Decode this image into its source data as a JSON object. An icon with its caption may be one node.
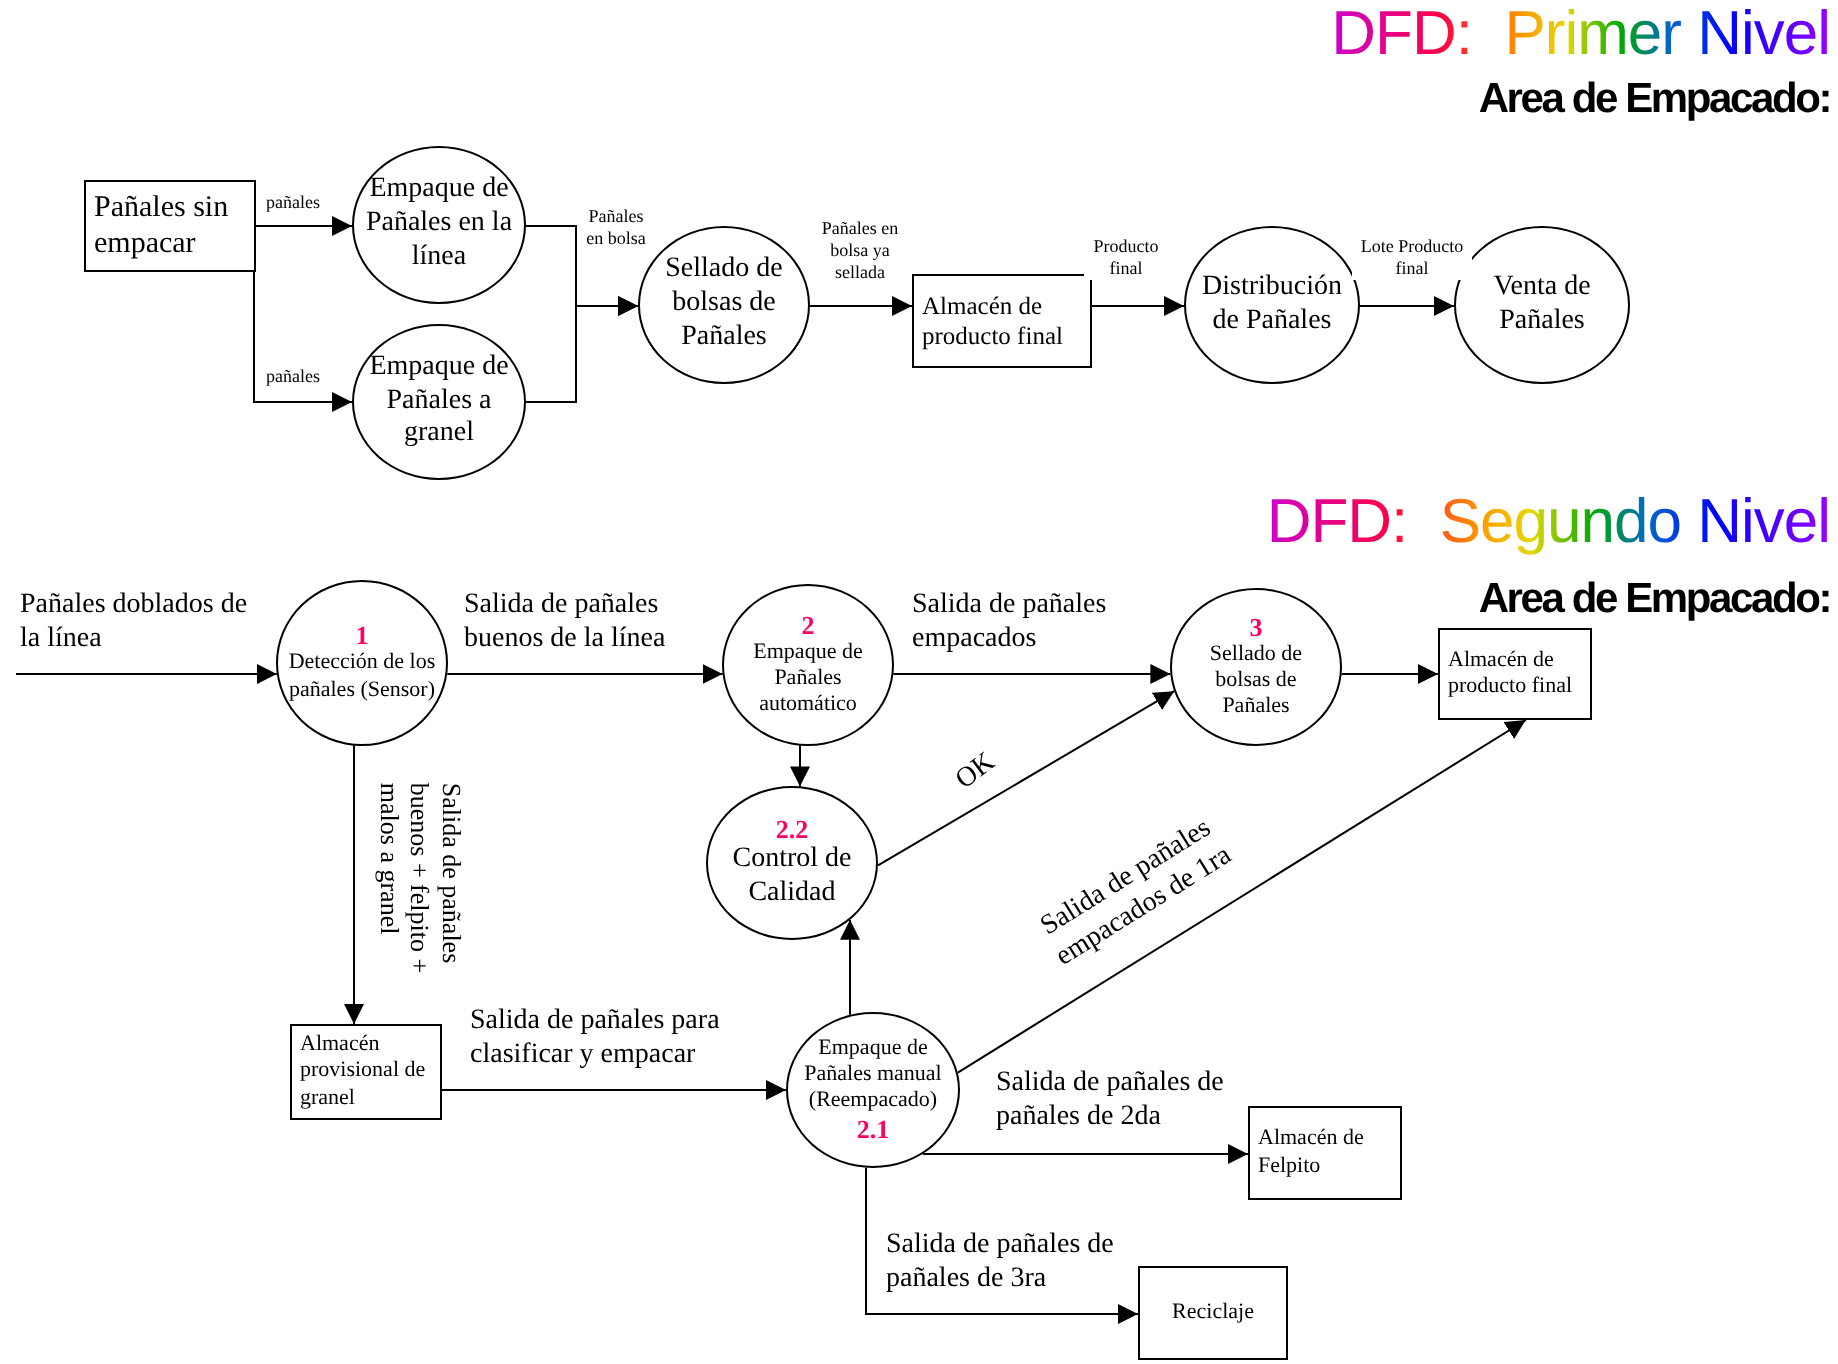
{
  "diagram": {
    "title": "DFD:  Primer Nivel",
    "nodes": [
      {
        "text": [
          "Pañales sin empacar"
        ]
      },
      {
        "text": [
          "Empaque de Pañales en la línea"
        ]
      },
      {
        "text": [
          "Empaque de Pañales a granel"
        ]
      },
      {
        "text": [
          "Sellado de bolsas de Pañales"
        ]
      },
      {
        "text": [
          "Almacén de producto final"
        ]
      },
      {
        "text": [
          "Distribución de Pañales"
        ]
      },
      {
        "text": [
          "Venta de Pañales"
        ]
      },
      {
        "text": [
          "1",
          "Detección de los pañales (Sensor)"
        ]
      },
      {
        "text": [
          "2",
          "Empaque de Pañales automático"
        ]
      },
      {
        "text": [
          "3",
          "Sellado de bolsas de Pañales"
        ]
      },
      {
        "text": [
          "Almacén de producto final"
        ]
      },
      {
        "text": [
          "2.2",
          "Control de Calidad"
        ]
      },
      {
        "text": [
          "Almacén provisional de granel"
        ]
      },
      {
        "text": [
          "Empaque de Pañales manual (Reempacado)",
          "2.1"
        ]
      },
      {
        "text": [
          "Almacén de Felpito"
        ]
      },
      {
        "text": [
          "Reciclaje"
        ]
      }
    ],
    "edges": [
      {
        "from": 0,
        "to": 1,
        "arrow": "to",
        "label": "pañales"
      },
      {
        "from": 0,
        "to": 2,
        "arrow": "to",
        "label": "pañales"
      },
      {
        "from": 1,
        "to": 3,
        "arrow": "to",
        "label": "Pañales en bolsa"
      },
      {
        "from": 2,
        "to": 3,
        "arrow": "to"
      },
      {
        "from": 3,
        "to": 4,
        "arrow": "to",
        "label": "Pañales en bolsa ya sellada"
      },
      {
        "from": 4,
        "to": 5,
        "arrow": "to",
        "label": "Producto final"
      },
      {
        "from": 5,
        "to": 6,
        "arrow": "to",
        "label": "Lote Producto final"
      },
      {
        "from": null,
        "to": 7,
        "arrow": "to",
        "label": "Pañales doblados de la línea"
      },
      {
        "from": 7,
        "to": 8,
        "arrow": "to",
        "label": "Salida de pañales buenos de la línea"
      },
      {
        "from": 8,
        "to": 9,
        "arrow": "to",
        "label": "Salida de pañales empacados"
      },
      {
        "from": 9,
        "to": 10,
        "arrow": "to"
      },
      {
        "from": 8,
        "to": 11,
        "arrow": "to"
      },
      {
        "from": 11,
        "to": 9,
        "arrow": "to",
        "label": "OK"
      },
      {
        "from": 7,
        "to": 12,
        "arrow": "to",
        "label": "Salida de pañales buenos + felpito + malos a granel"
      },
      {
        "from": 12,
        "to": 13,
        "arrow": "to",
        "label": "Salida de pañales para clasificar y empacar"
      },
      {
        "from": 13,
        "to": 11,
        "arrow": "to"
      },
      {
        "from": 13,
        "to": 10,
        "arrow": "to",
        "label": "Salida de pañales empacados de 1ra"
      },
      {
        "from": 13,
        "to": 14,
        "arrow": "to",
        "label": "Salida de pañales de pañales de 2da"
      },
      {
        "from": 13,
        "to": 15,
        "arrow": "to",
        "label": "Salida de pañales de pañales de 3ra"
      }
    ],
    "labels": [
      "Area de Empacado:",
      "DFD:  Segundo Nivel",
      "Area de Empacado:"
    ]
  }
}
